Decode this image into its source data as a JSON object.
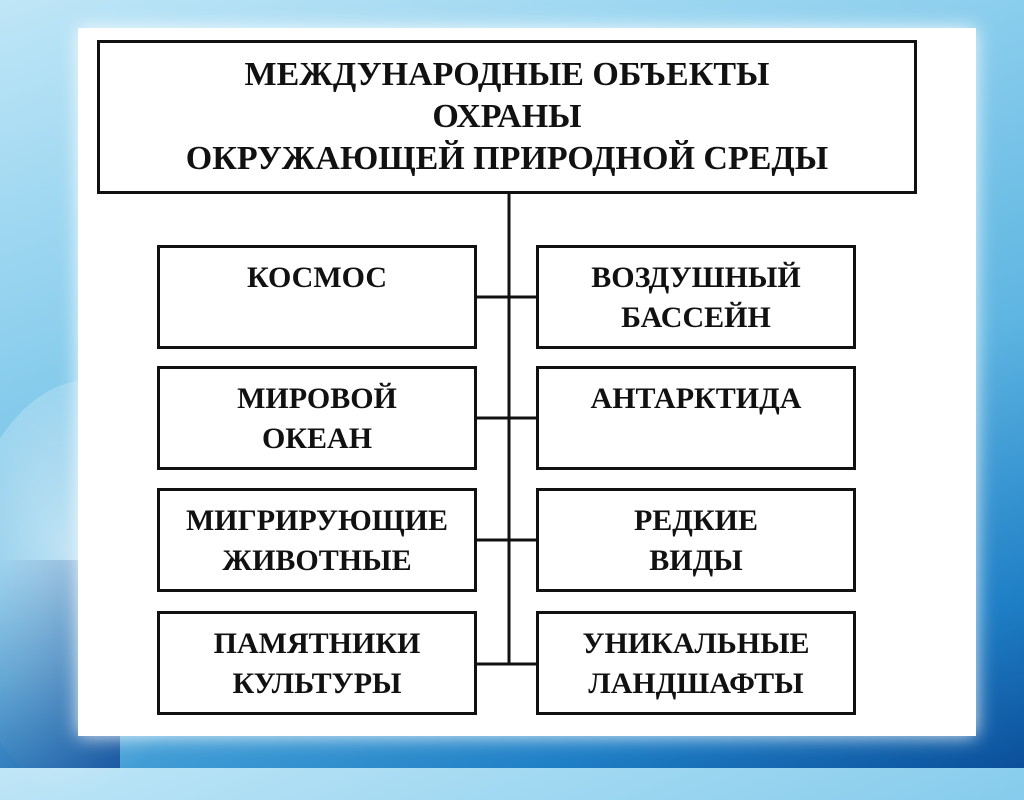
{
  "title": {
    "line1": "МЕЖДУНАРОДНЫЕ ОБЪЕКТЫ",
    "line2": "ОХРАНЫ",
    "line3": "ОКРУЖАЮЩЕЙ ПРИРОДНОЙ СРЕДЫ"
  },
  "left": [
    {
      "line1": "КОСМОС",
      "line2": ""
    },
    {
      "line1": "МИРОВОЙ",
      "line2": "ОКЕАН"
    },
    {
      "line1": "МИГРИРУЮЩИЕ",
      "line2": "ЖИВОТНЫЕ"
    },
    {
      "line1": "ПАМЯТНИКИ",
      "line2": "КУЛЬТУРЫ"
    }
  ],
  "right": [
    {
      "line1": "ВОЗДУШНЫЙ",
      "line2": "БАССЕЙН"
    },
    {
      "line1": "АНТАРКТИДА",
      "line2": ""
    },
    {
      "line1": "РЕДКИЕ",
      "line2": "ВИДЫ"
    },
    {
      "line1": "УНИКАЛЬНЫЕ",
      "line2": "ЛАНДШАФТЫ"
    }
  ]
}
